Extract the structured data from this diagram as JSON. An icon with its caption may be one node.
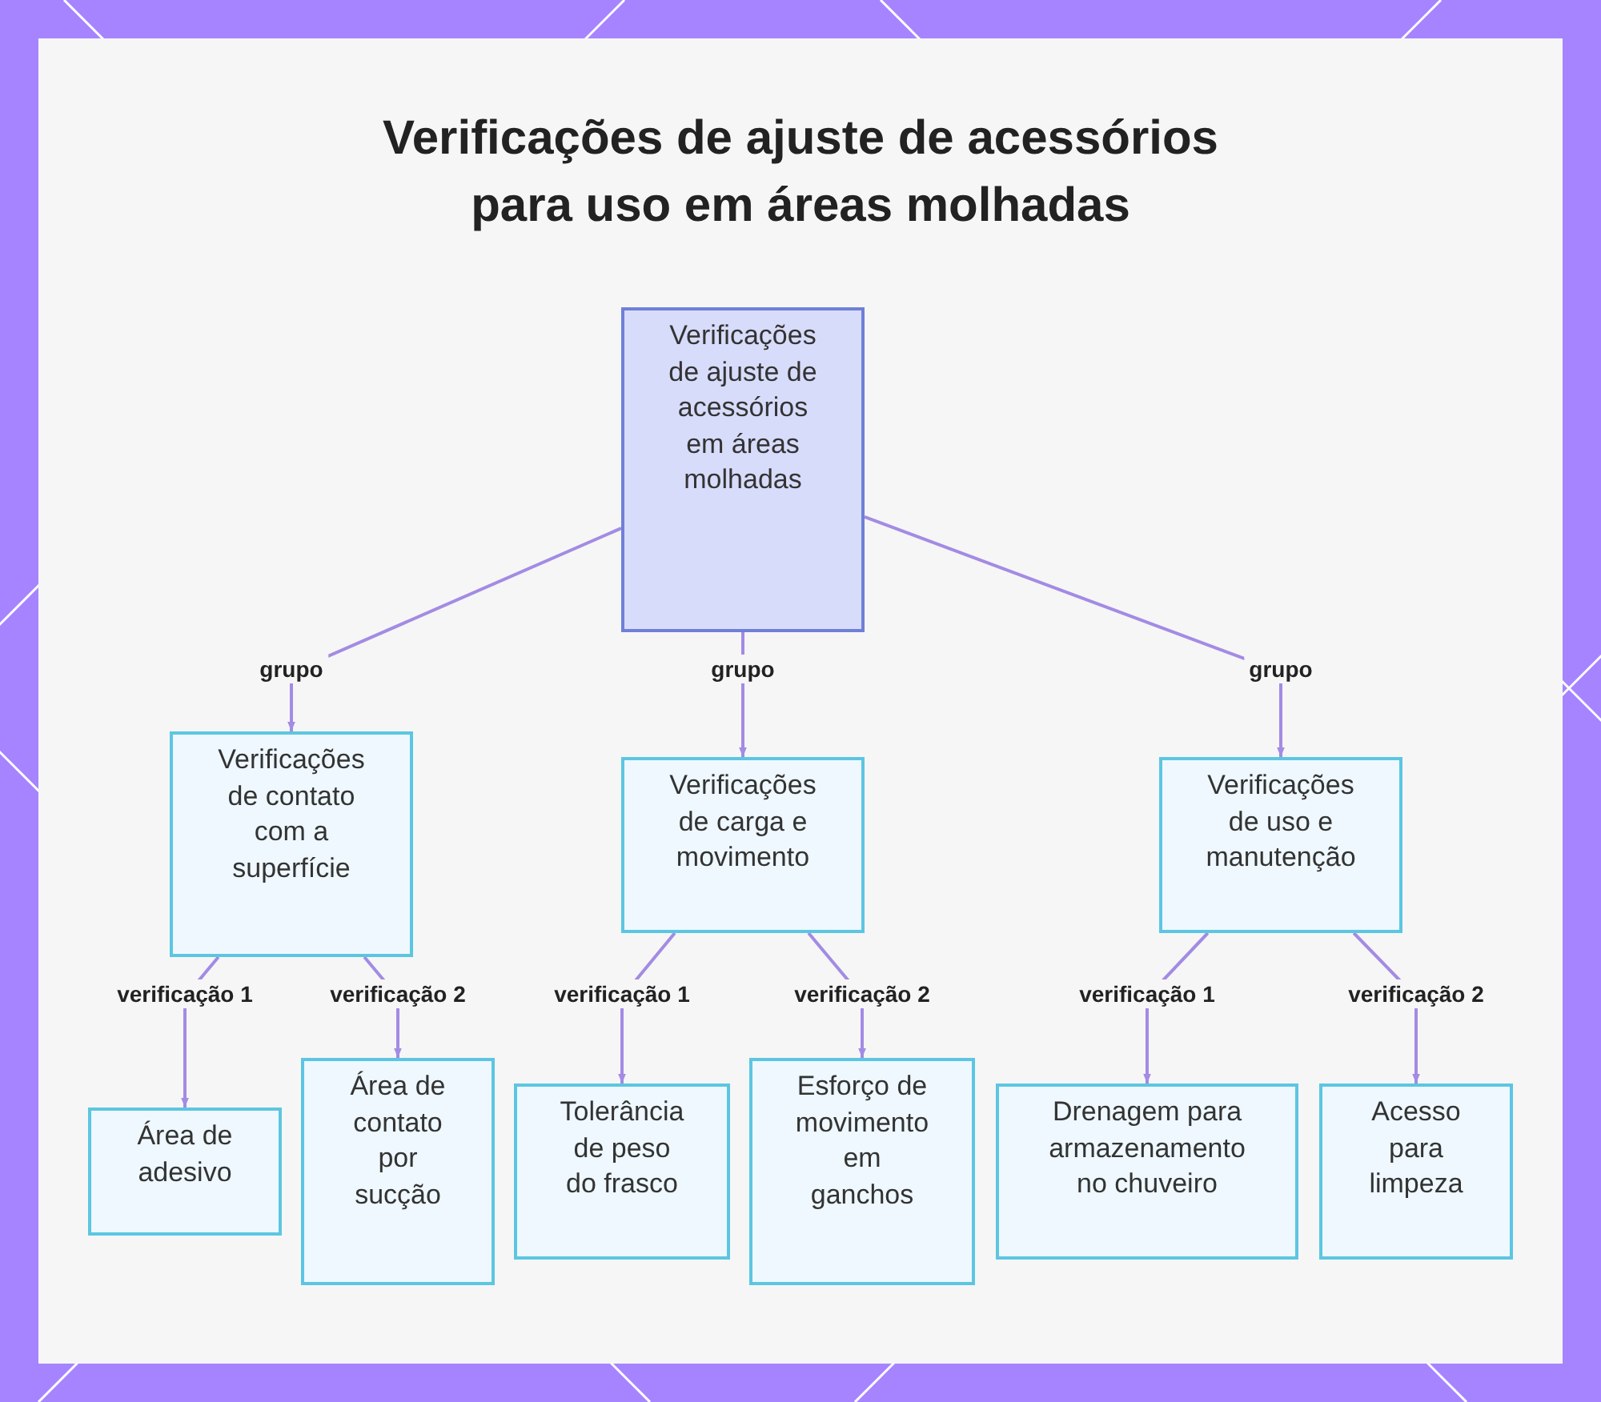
{
  "diagram": {
    "title": "Verificações de ajuste de acessórios para uso em áreas molhadas",
    "nodes": [
      {
        "text": [
          "Verificações de ajuste de acessórios em áreas molhadas"
        ]
      },
      {
        "text": [
          "Verificações de contato com a superfície"
        ]
      },
      {
        "text": [
          "Verificações de carga e movimento"
        ]
      },
      {
        "text": [
          "Verificações de uso e manutenção"
        ]
      },
      {
        "text": [
          "Área de adesivo"
        ]
      },
      {
        "text": [
          "Área de contato por sucção"
        ]
      },
      {
        "text": [
          "Tolerância de peso do frasco"
        ]
      },
      {
        "text": [
          "Esforço de movimento em ganchos"
        ]
      },
      {
        "text": [
          "Drenagem para armazenamento no chuveiro"
        ]
      },
      {
        "text": [
          "Acesso para limpeza"
        ]
      }
    ],
    "edges": [
      {
        "from": 0,
        "to": 1,
        "arrow": "to",
        "label": "grupo"
      },
      {
        "from": 0,
        "to": 2,
        "arrow": "to",
        "label": "grupo"
      },
      {
        "from": 0,
        "to": 3,
        "arrow": "to",
        "label": "grupo"
      },
      {
        "from": 1,
        "to": 4,
        "arrow": "to",
        "label": "verificação 1"
      },
      {
        "from": 1,
        "to": 5,
        "arrow": "to",
        "label": "verificação 2"
      },
      {
        "from": 2,
        "to": 6,
        "arrow": "to",
        "label": "verificação 1"
      },
      {
        "from": 2,
        "to": 7,
        "arrow": "to",
        "label": "verificação 2"
      },
      {
        "from": 3,
        "to": 8,
        "arrow": "to",
        "label": "verificação 1"
      },
      {
        "from": 3,
        "to": 9,
        "arrow": "to",
        "label": "verificação 2"
      }
    ]
  }
}
